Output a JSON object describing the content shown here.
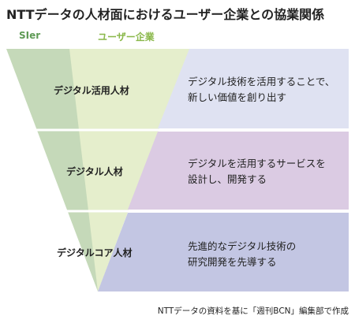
{
  "title": "NTTデータの人材面におけるユーザー企業との協業関係",
  "columns": {
    "sier": "SIer",
    "user_company": "ユーザー企業"
  },
  "rows": [
    {
      "label": "デジタル活用人材",
      "desc_line1": "デジタル技術を活用することで、",
      "desc_line2": "新しい価値を創り出す"
    },
    {
      "label": "デジタル人材",
      "desc_line1": "デジタルを活用するサービスを",
      "desc_line2": "設計し、開発する"
    },
    {
      "label": "デジタルコア人材",
      "desc_line1": "先進的なデジタル技術の",
      "desc_line2": "研究開発を先導する"
    }
  ],
  "source": "NTTデータの資料を基に「週刊BCN」編集部で作成",
  "colors": {
    "sier_green": "#c5d9b9",
    "user_green": "#e5eecc",
    "band1": "#dfe2f2",
    "band2": "#dbcbe3",
    "band3": "#c3c6e3",
    "sier_text": "#5e9a55",
    "user_text": "#8ab84a"
  }
}
